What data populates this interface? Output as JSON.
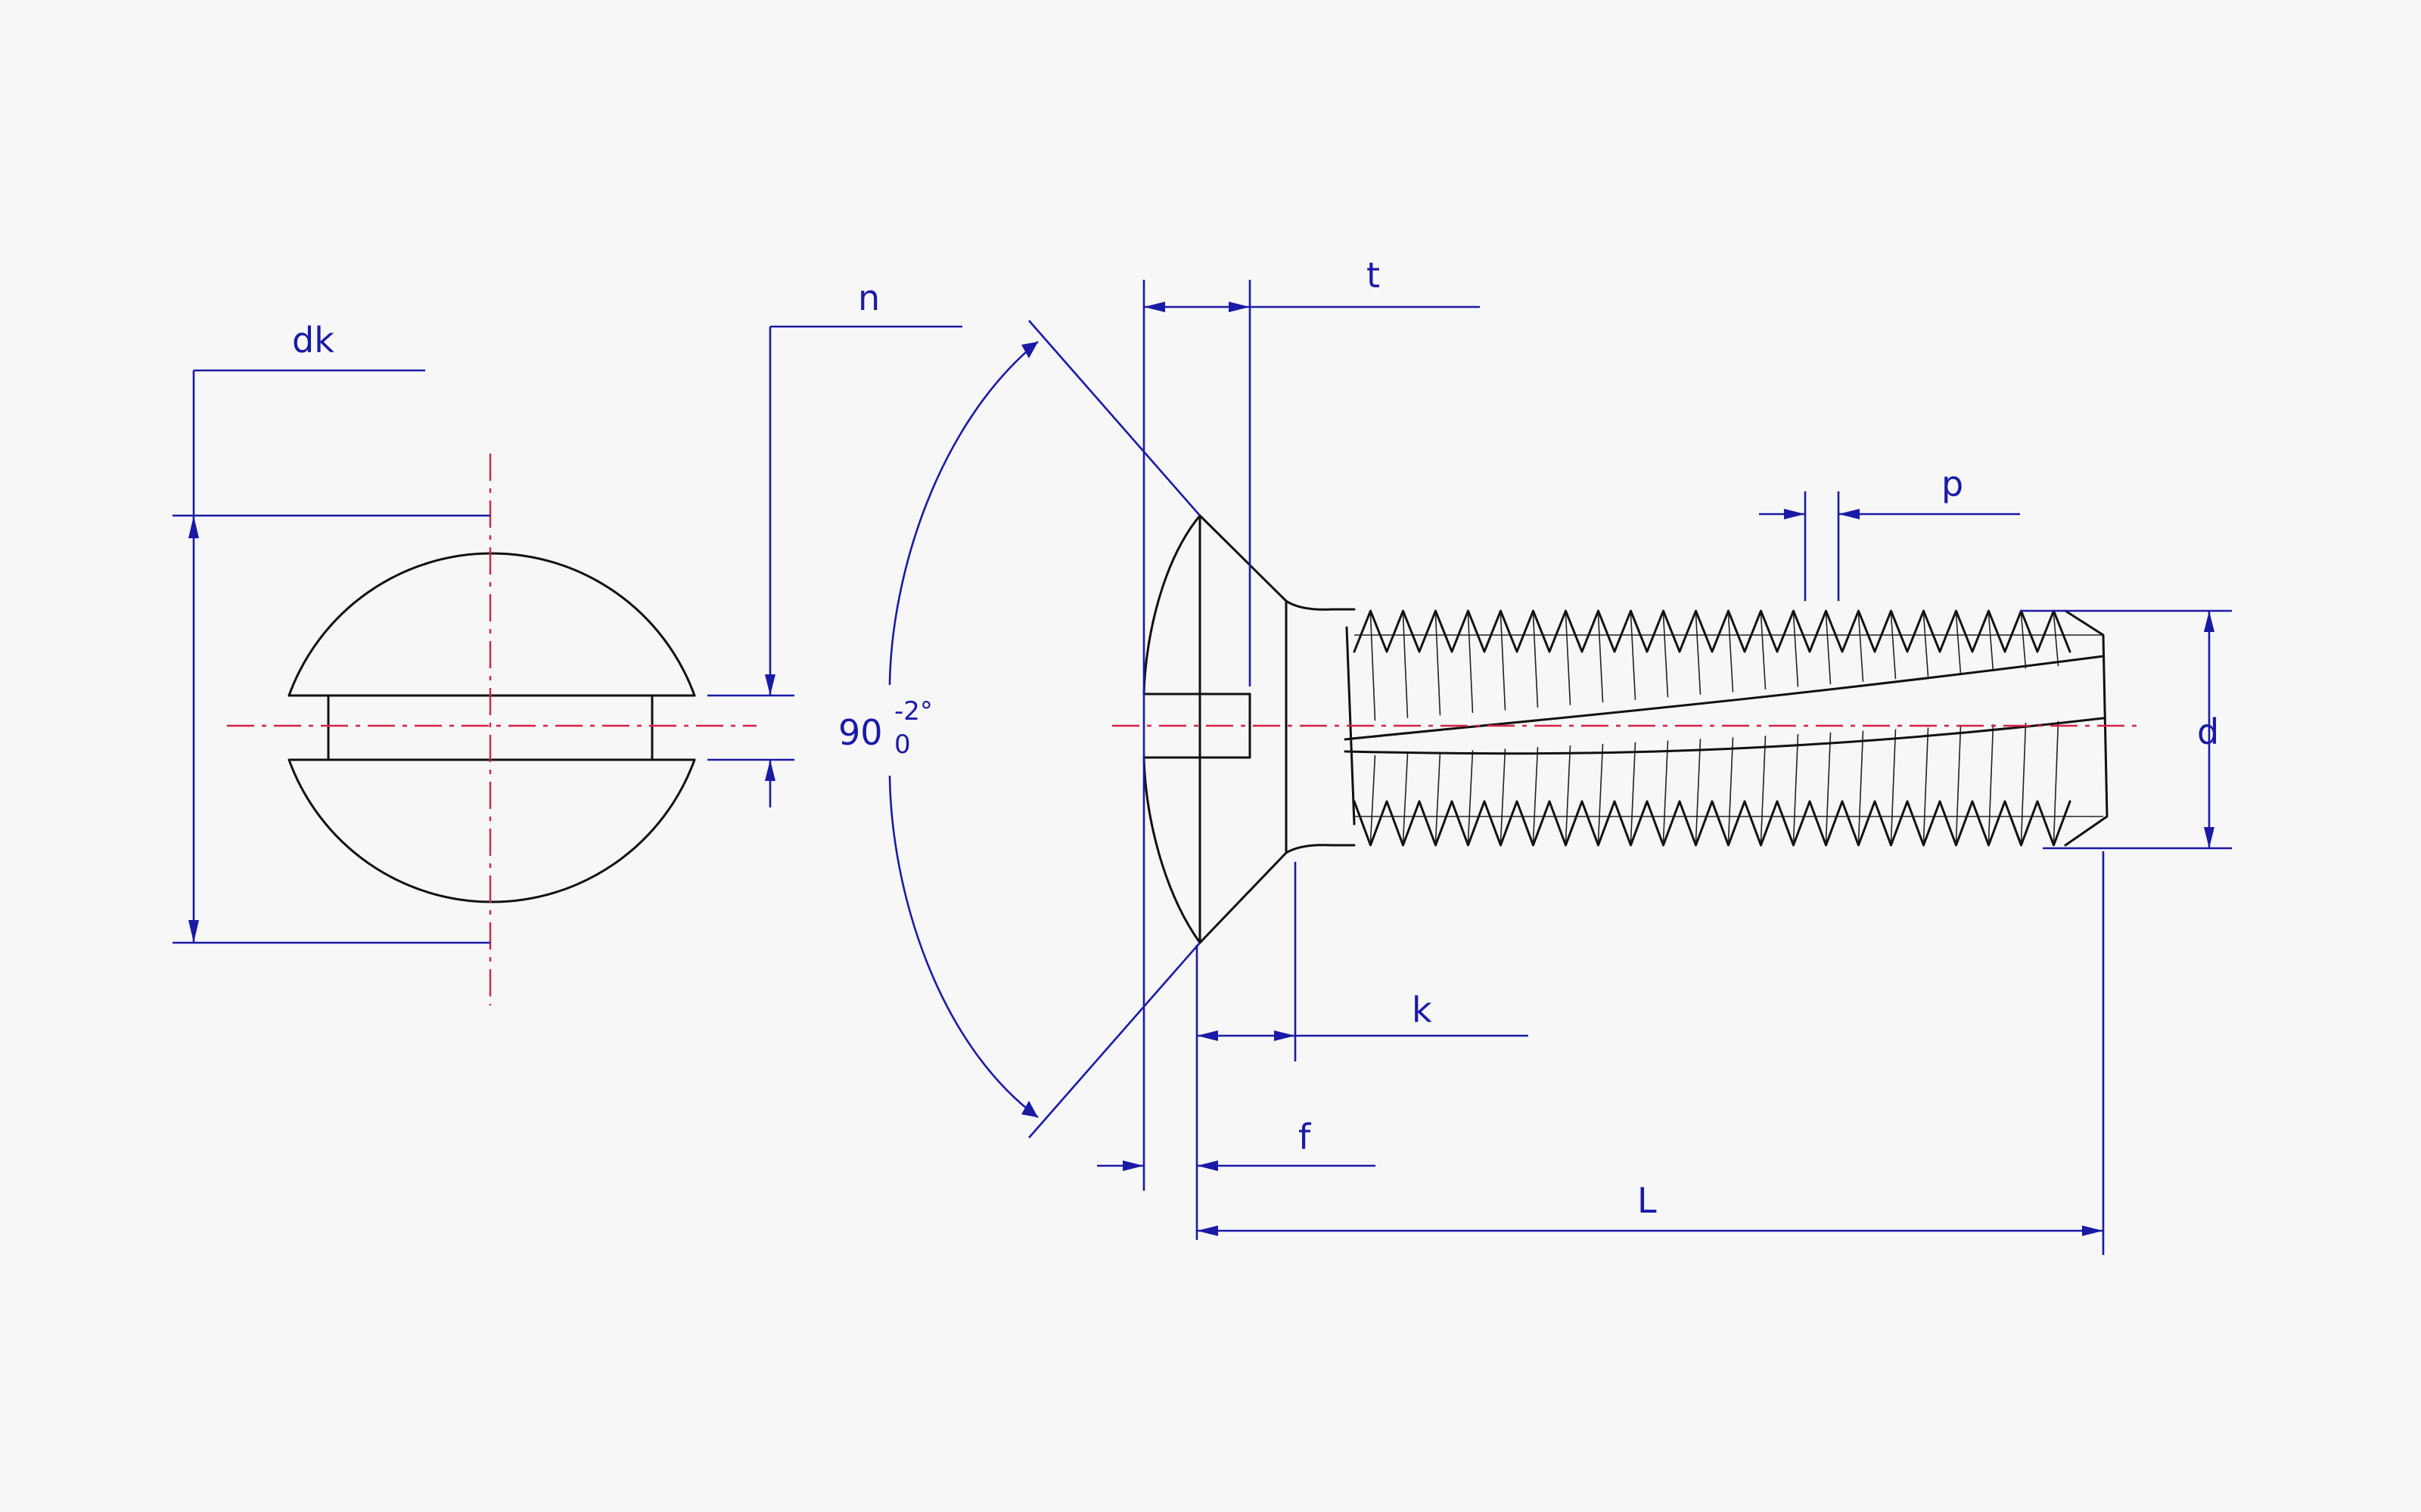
{
  "colors": {
    "background": "#f7f7f7",
    "object_line": "#111111",
    "dimension_line": "#1a1aa6",
    "center_line": "#d42244"
  },
  "labels": {
    "dk": "dk",
    "n": "n",
    "t": "t",
    "p": "p",
    "d": "d",
    "k": "k",
    "f": "f",
    "L": "L",
    "angle_value": "90",
    "angle_tol_upper": "-2°",
    "angle_tol_lower": "0"
  }
}
